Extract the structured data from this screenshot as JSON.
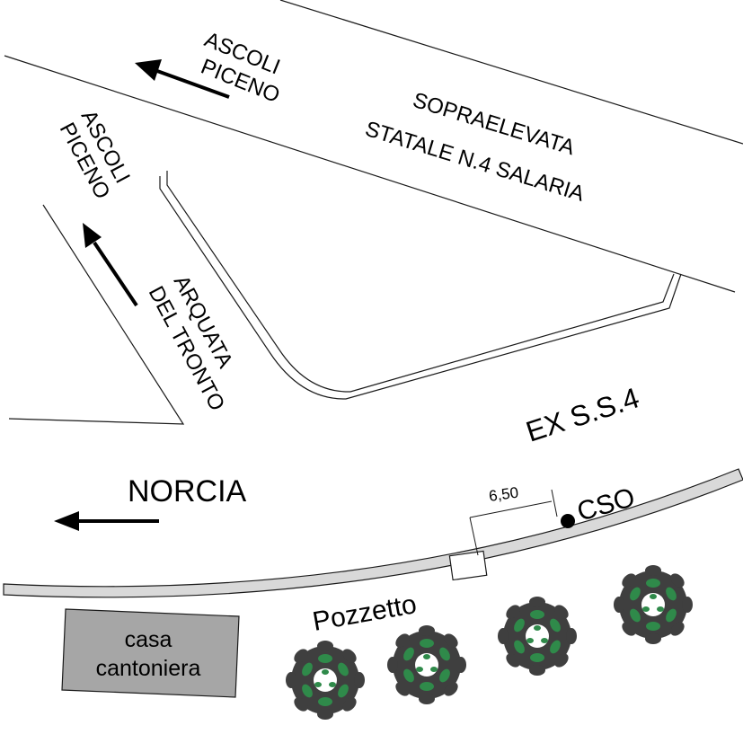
{
  "labels": {
    "ascoli_top_line1": "ASCOLI",
    "ascoli_top_line2": "PICENO",
    "sopraelevata_line1": "SOPRAELEVATA",
    "sopraelevata_line2": "STATALE N.4 SALARIA",
    "ascoli_left_line1": "ASCOLI",
    "ascoli_left_line2": "PICENO",
    "arquata_line1": "ARQUATA",
    "arquata_line2": "DEL TRONTO",
    "ex_ss4": "EX S.S.4",
    "norcia": "NORCIA",
    "distance": "6,50",
    "cso": "CSO",
    "pozzetto": "Pozzetto",
    "casa_line1": "casa",
    "casa_line2": "cantoniera"
  },
  "colors": {
    "road_line": "#1a1a1a",
    "road_strip_fill": "#d9d9d9",
    "building_fill": "#a6a6a6",
    "tree_dark": "#3f3f3f",
    "tree_green": "#2f8a4a",
    "marker": "#000000"
  },
  "icons": {
    "arrow": "arrow-left",
    "marker": "filled-circle",
    "tree": "tree-canopy-symbol"
  }
}
